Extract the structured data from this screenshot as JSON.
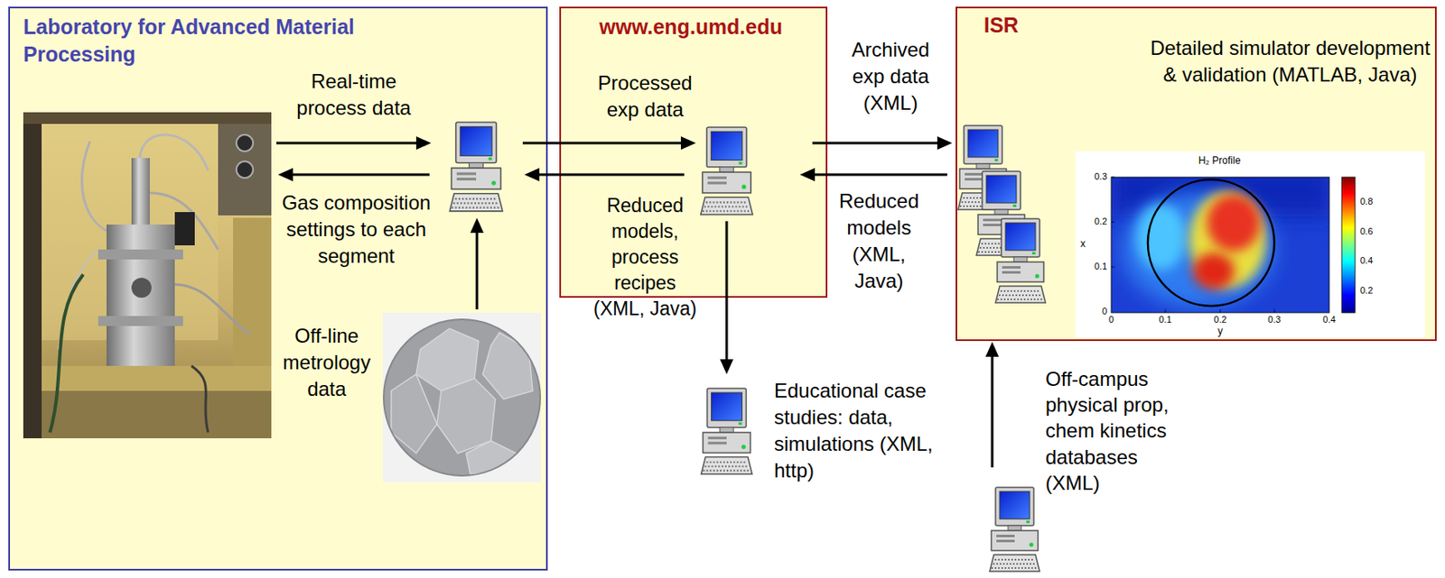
{
  "diagram": {
    "nodes": [
      {
        "text": [
          "Laboratory for Advanced Material Processing"
        ]
      },
      {
        "text": [
          "www.eng.umd.edu"
        ]
      },
      {
        "text": [
          "ISR",
          "Detailed simulator development & validation (MATLAB, Java)"
        ]
      },
      {
        "text": [
          "Educational case studies: data, simulations (XML, http)"
        ]
      },
      {
        "text": [
          "Off-campus physical prop, chem kinetics databases (XML)"
        ]
      }
    ],
    "edges": [
      {
        "from": 0,
        "to": 1,
        "label": "Processed exp data",
        "arrow": "to"
      },
      {
        "from": 1,
        "to": 0,
        "label": "Reduced models, process recipes (XML, Java)",
        "arrow": "to"
      },
      {
        "from": 1,
        "to": 2,
        "label": "Archived exp data (XML)",
        "arrow": "to"
      },
      {
        "from": 2,
        "to": 1,
        "label": "Reduced models (XML, Java)",
        "arrow": "to"
      },
      {
        "from": 1,
        "to": 3,
        "arrow": "to"
      },
      {
        "from": 4,
        "to": 2,
        "arrow": "to"
      }
    ],
    "labels": [
      "Real-time process data",
      "Gas composition settings to each segment",
      "Off-line metrology data",
      "H₂ Profile",
      "0.3",
      "0.2",
      "0.1",
      "0",
      "0",
      "0.1",
      "0.2",
      "0.3",
      "0.4",
      "x",
      "y",
      "0.8",
      "0.6",
      "0.4",
      "0.2"
    ]
  }
}
